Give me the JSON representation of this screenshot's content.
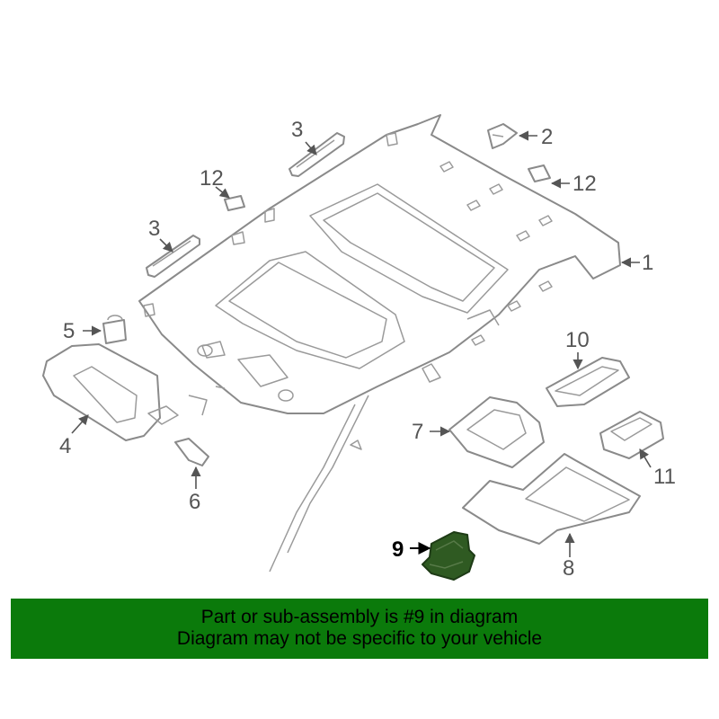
{
  "callouts": {
    "c1": "1",
    "c2": "2",
    "c3a": "3",
    "c3b": "3",
    "c4": "4",
    "c5": "5",
    "c6": "6",
    "c7": "7",
    "c8": "8",
    "c9": "9",
    "c10": "10",
    "c11": "11",
    "c12a": "12",
    "c12b": "12"
  },
  "banner": {
    "line1": "Part or sub-assembly is #9 in diagram",
    "line2": "Diagram may not be specific to your vehicle"
  },
  "colors": {
    "banner_bg": "#0b7a0b",
    "highlight_part": "#2f5a22",
    "line_art": "#8a8a8a"
  }
}
